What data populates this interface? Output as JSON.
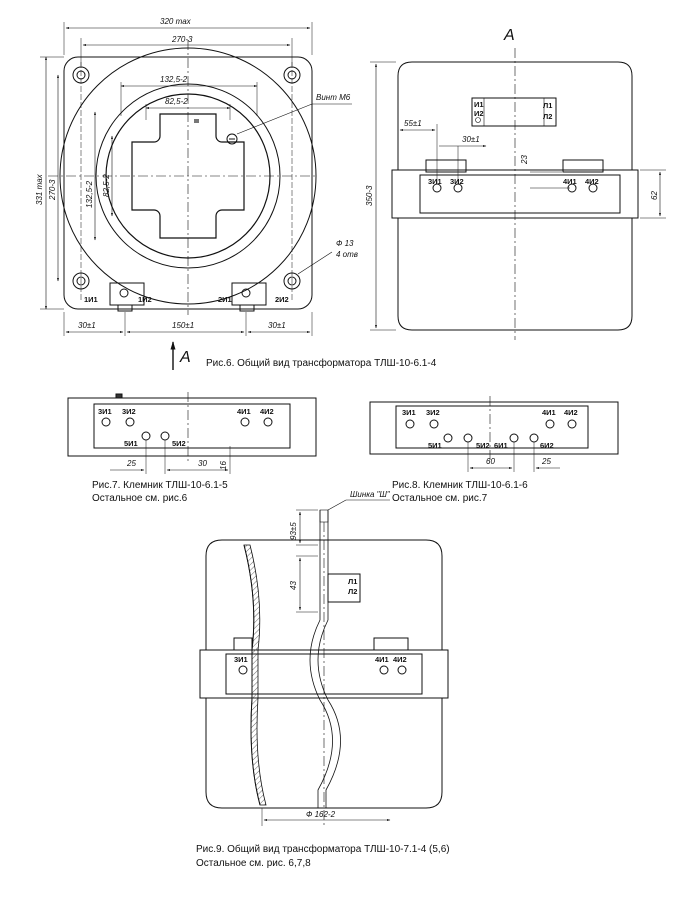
{
  "fig6": {
    "front": {
      "dim_320max": "320 max",
      "dim_270_top": "270-3",
      "dim_1325_top": "132,5-2",
      "dim_825_top": "82,5-2",
      "screw": "Винт М6",
      "dim_331max": "331 max",
      "dim_270_left": "270-3",
      "dim_1325_left": "132,5-2",
      "dim_825_left": "82,5-2",
      "hole_dia": "Ф 13",
      "hole_count": "4 отв",
      "term_1i1": "1И1",
      "term_1i2": "1И2",
      "term_2i1": "2И1",
      "term_2i2": "2И2",
      "dim_30a": "30±1",
      "dim_150": "150±1",
      "dim_30b": "30±1",
      "arrow_label": "A"
    },
    "side": {
      "view_label": "A",
      "plate_l1": "Л1",
      "plate_l2": "Л2",
      "plate_i1": "И1",
      "plate_i2": "И2",
      "dim_55": "55±1",
      "dim_30": "30±1",
      "dim_23": "23",
      "dim_62": "62",
      "dim_350": "350-3",
      "term_3i1": "3И1",
      "term_3i2": "3И2",
      "term_4i1": "4И1",
      "term_4i2": "4И2"
    },
    "caption": "Рис.6. Общий вид трансформатора ТЛШ-10-6.1-4"
  },
  "fig7": {
    "term_3i1": "3И1",
    "term_3i2": "3И2",
    "term_4i1": "4И1",
    "term_4i2": "4И2",
    "term_5i1": "5И1",
    "term_5i2": "5И2",
    "dim_25": "25",
    "dim_30": "30",
    "dim_16": "16",
    "caption_line1": "Рис.7. Клемник ТЛШ-10-6.1-5",
    "caption_line2": "Остальное см. рис.6"
  },
  "fig8": {
    "term_3i1": "3И1",
    "term_3i2": "3И2",
    "term_4i1": "4И1",
    "term_4i2": "4И2",
    "term_5i1": "5И1",
    "term_5i2": "5И2",
    "term_6i1": "6И1",
    "term_6i2": "6И2",
    "dim_60": "60",
    "dim_25": "25",
    "caption_line1": "Рис.8. Клемник ТЛШ-10-6.1-6",
    "caption_line2": "Остальное см. рис.7"
  },
  "fig9": {
    "busbar": "Шинка \"Ш\"",
    "dim_93": "93±5",
    "dim_43": "43",
    "plate_l1": "Л1",
    "plate_l2": "Л2",
    "term_3i1": "3И1",
    "term_4i1": "4И1",
    "term_4i2": "4И2",
    "dim_162": "Ф 162-2",
    "caption_line1": "Рис.9. Общий вид трансформатора ТЛШ-10-7.1-4 (5,6)",
    "caption_line2": "Остальное см. рис. 6,7,8"
  }
}
